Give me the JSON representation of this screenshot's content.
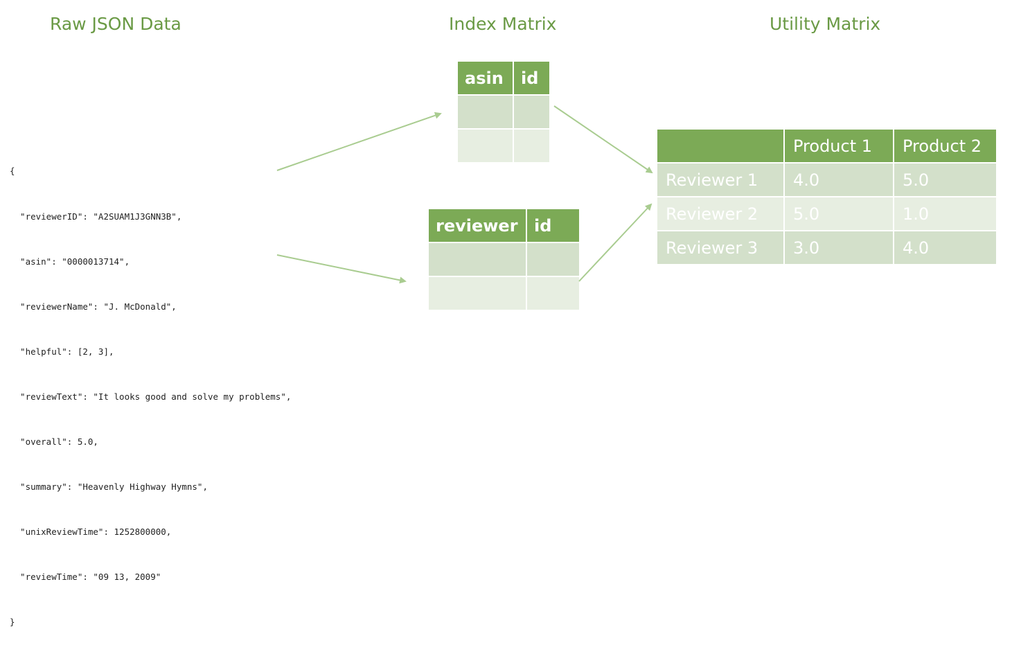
{
  "headings": {
    "raw": "Raw JSON Data",
    "index": "Index Matrix",
    "utility": "Utility Matrix"
  },
  "json_lines": [
    "{",
    "  \"reviewerID\": \"A2SUAM1J3GNN3B\",",
    "  \"asin\": \"0000013714\",",
    "  \"reviewerName\": \"J. McDonald\",",
    "  \"helpful\": [2, 3],",
    "  \"reviewText\": \"It looks good and solve my problems\",",
    "  \"overall\": 5.0,",
    "  \"summary\": \"Heavenly Highway Hymns\",",
    "  \"unixReviewTime\": 1252800000,",
    "  \"reviewTime\": \"09 13, 2009\"",
    "}"
  ],
  "asin_table": {
    "col1": "asin",
    "col2": "id"
  },
  "reviewer_table": {
    "col1": "reviewer",
    "col2": "id"
  },
  "utility_table": {
    "header": [
      "",
      "Product 1",
      "Product 2"
    ],
    "rows": [
      {
        "label": "Reviewer 1",
        "values": [
          "4.0",
          "5.0"
        ]
      },
      {
        "label": "Reviewer 2",
        "values": [
          "5.0",
          "1.0"
        ]
      },
      {
        "label": "Reviewer 3",
        "values": [
          "3.0",
          "4.0"
        ]
      }
    ]
  },
  "colors": {
    "heading": "#6a9a45",
    "table_header": "#7caa56",
    "row_dark": "#d3e0ca",
    "row_light": "#e7eee1",
    "arrow": "#a9cc90"
  }
}
